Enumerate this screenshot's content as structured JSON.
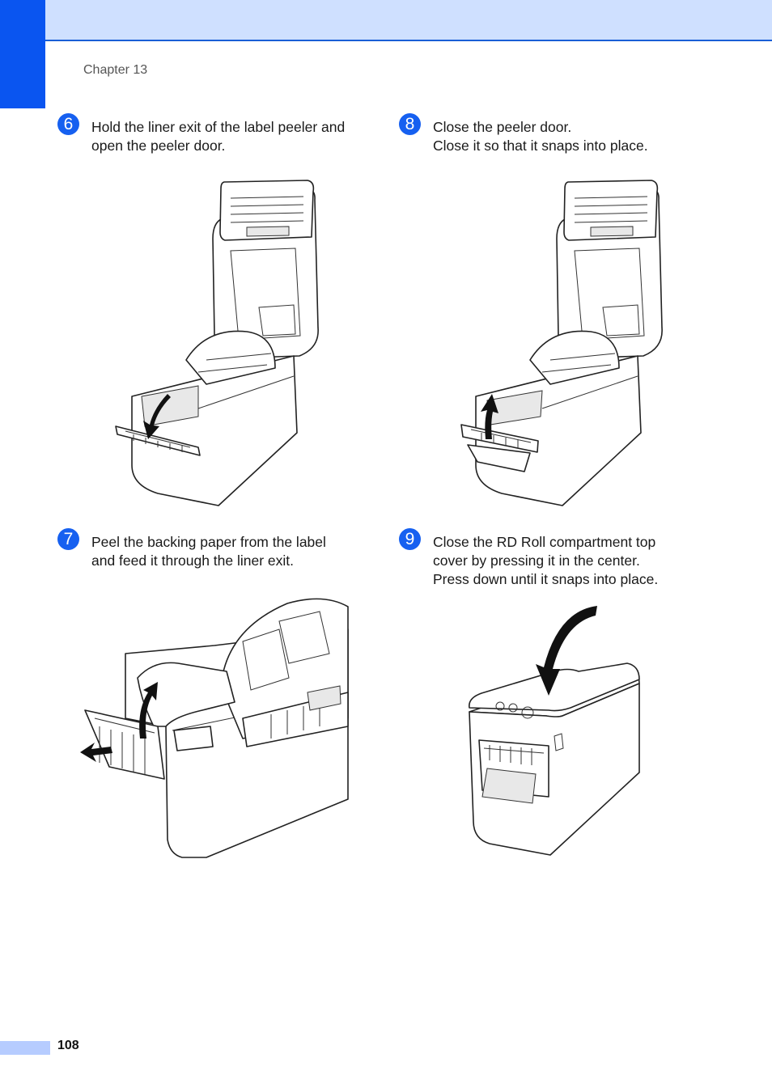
{
  "header": {
    "chapter": "Chapter 13"
  },
  "steps": [
    {
      "number": "6",
      "lines": [
        "Hold the liner exit of the label peeler and",
        "open the peeler door."
      ]
    },
    {
      "number": "7",
      "lines": [
        "Peel the backing paper from the label",
        "and feed it through the liner exit."
      ]
    },
    {
      "number": "8",
      "lines": [
        "Close the peeler door.",
        "Close it so that it snaps into place."
      ]
    },
    {
      "number": "9",
      "lines": [
        "Close the RD Roll compartment top",
        "cover by pressing it in the center.",
        "Press down until it snaps into place."
      ]
    }
  ],
  "footer": {
    "page_number": "108"
  },
  "colors": {
    "accent": "#0a55f0",
    "band": "#cfe0ff",
    "step_badge": "#1660f0"
  }
}
